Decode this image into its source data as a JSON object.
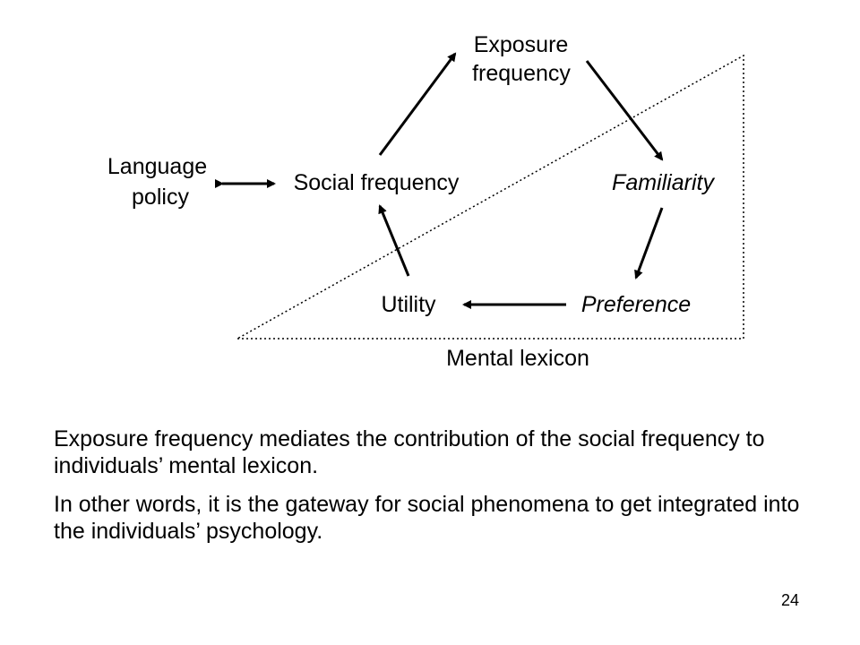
{
  "diagram": {
    "nodes": {
      "exposure_frequency": [
        "Exposure",
        "frequency"
      ],
      "language_policy": [
        "Language",
        "policy"
      ],
      "social_frequency": "Social frequency",
      "familiarity": "Familiarity",
      "utility": "Utility",
      "preference": "Preference",
      "mental_lexicon": "Mental lexicon"
    },
    "arrows": [
      {
        "from": "social_frequency",
        "to": "exposure_frequency",
        "style": "single"
      },
      {
        "from": "exposure_frequency",
        "to": "familiarity",
        "style": "single"
      },
      {
        "from": "familiarity",
        "to": "preference",
        "style": "single"
      },
      {
        "from": "preference",
        "to": "utility",
        "style": "single"
      },
      {
        "from": "utility",
        "to": "social_frequency",
        "style": "single"
      },
      {
        "from": "language_policy",
        "to": "social_frequency",
        "style": "double"
      }
    ],
    "italic_nodes": [
      "familiarity",
      "preference"
    ],
    "region": {
      "shape": "dotted right triangle",
      "label": "mental_lexicon"
    }
  },
  "text": {
    "paragraph1": "Exposure frequency mediates the contribution of the social frequency to individuals’ mental lexicon.",
    "paragraph2": "In other words, it is the gateway for social phenomena to get integrated into the individuals’ psychology."
  },
  "page_number": "24"
}
